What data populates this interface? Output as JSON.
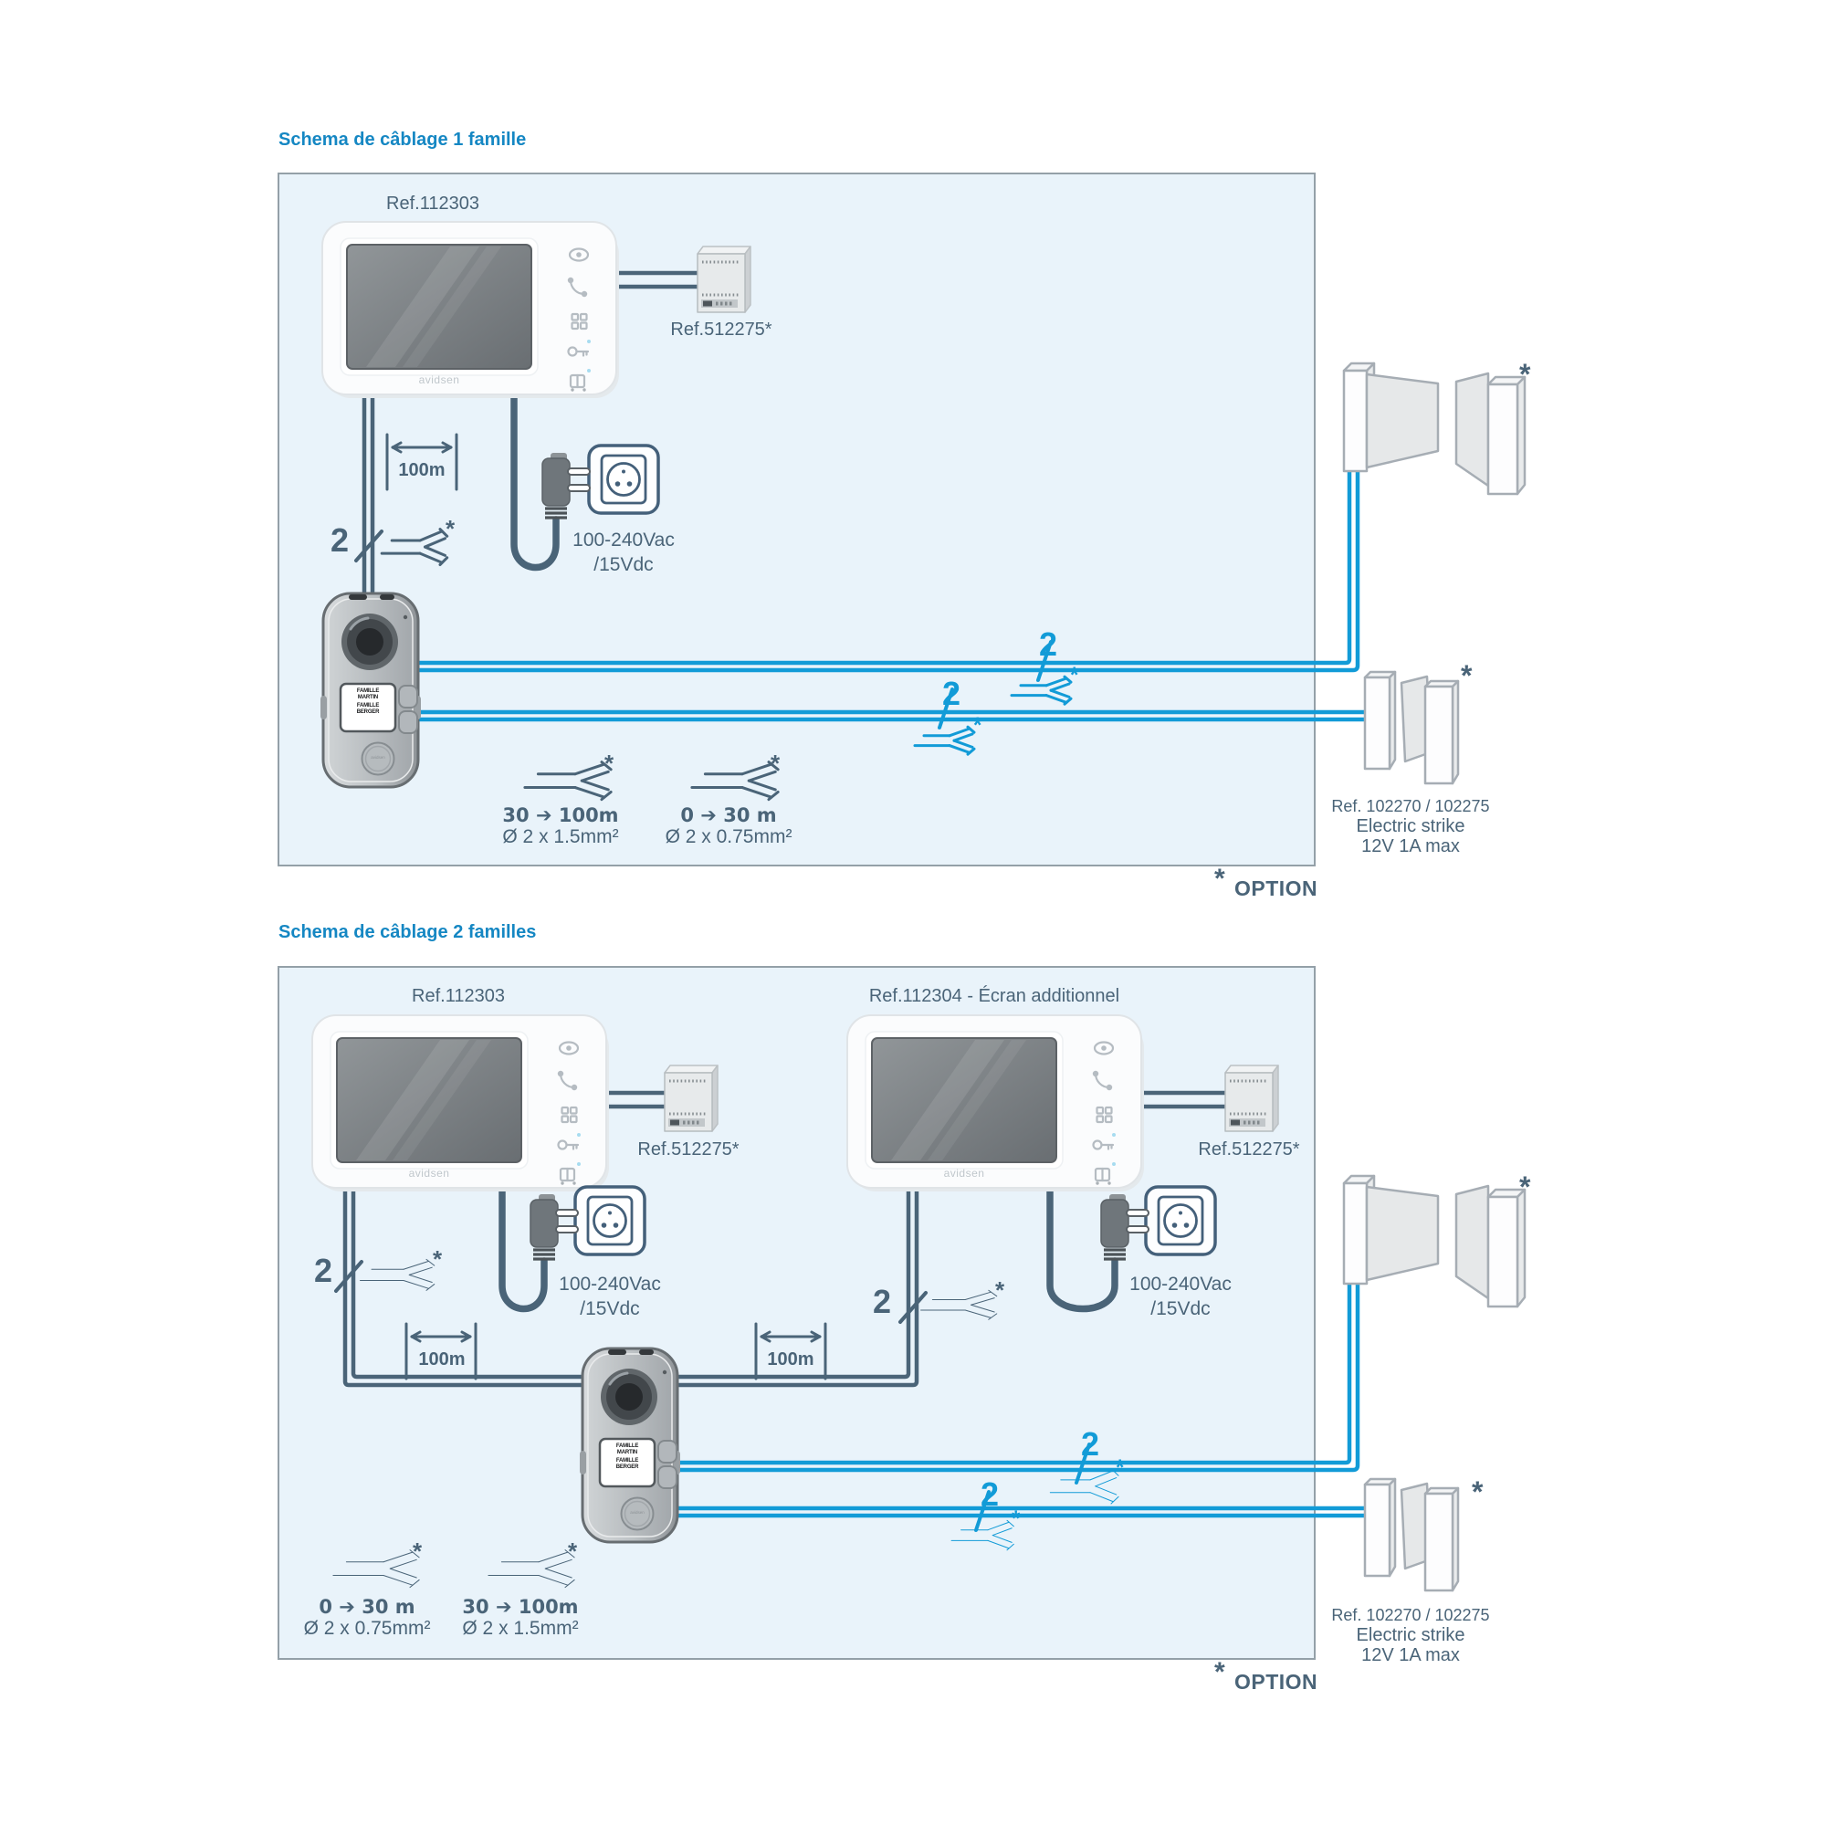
{
  "colors": {
    "title_blue": "#1587c3",
    "wire_slate": "#4a6478",
    "wire_cyan": "#129bd7",
    "box_fill": "#e9f3fa",
    "box_border": "#94a0a8"
  },
  "diagram1": {
    "title": "Schema de câblage 1 famille",
    "monitor": {
      "ref": "Ref.112303",
      "brand": "avidsen",
      "icons": [
        "camera-view-icon",
        "phone-call-icon",
        "menu-grid-icon",
        "key-unlock-icon",
        "gate-open-icon"
      ]
    },
    "bus_module": {
      "ref": "Ref.512275*"
    },
    "power_outlet": {
      "line1": "100-240Vac",
      "line2": "/15Vdc"
    },
    "max_distance": "100m",
    "wire_count": "2",
    "asterisk": "*",
    "door_station": {
      "nameplate": [
        "FAMILLE",
        "MARTIN",
        "FAMILLE",
        "BERGER"
      ],
      "brand": "avidsen"
    },
    "cable_specs": [
      {
        "range": "30 ➔ 100m",
        "section": "Ø 2 x 1.5mm²"
      },
      {
        "range": "0 ➔ 30 m",
        "section": "Ø 2 x 0.75mm²"
      }
    ],
    "electric_strike": {
      "ref": "Ref. 102270 / 102275",
      "name": "Electric strike",
      "rating": "12V 1A max"
    },
    "option_label": "OPTION"
  },
  "diagram2": {
    "title": "Schema de câblage 2 familles",
    "monitor1": {
      "ref": "Ref.112303",
      "brand": "avidsen"
    },
    "monitor2": {
      "ref": "Ref.112304 - Écran additionnel",
      "brand": "avidsen"
    },
    "bus_module1": {
      "ref": "Ref.512275*"
    },
    "bus_module2": {
      "ref": "Ref.512275*"
    },
    "power_outlet1": {
      "line1": "100-240Vac",
      "line2": "/15Vdc"
    },
    "power_outlet2": {
      "line1": "100-240Vac",
      "line2": "/15Vdc"
    },
    "max_distance1": "100m",
    "max_distance2": "100m",
    "wire_count": "2",
    "asterisk": "*",
    "door_station": {
      "nameplate": [
        "FAMILLE",
        "MARTIN",
        "FAMILLE",
        "BERGER"
      ],
      "brand": "avidsen"
    },
    "cable_specs": [
      {
        "range": "0 ➔ 30 m",
        "section": "Ø 2 x 0.75mm²"
      },
      {
        "range": "30 ➔ 100m",
        "section": "Ø 2 x 1.5mm²"
      }
    ],
    "electric_strike": {
      "ref": "Ref. 102270 / 102275",
      "name": "Electric strike",
      "rating": "12V 1A max"
    },
    "option_label": "OPTION"
  }
}
